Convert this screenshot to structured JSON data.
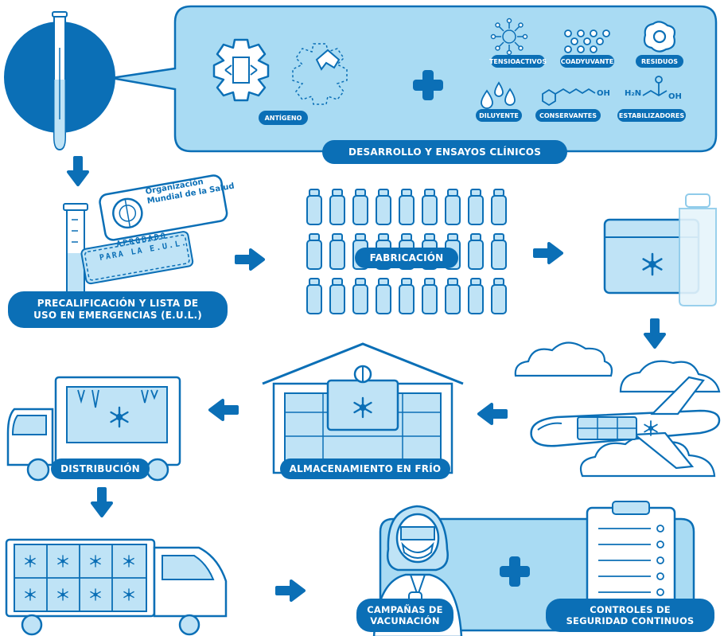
{
  "steps": {
    "development": "DESARROLLO Y ENSAYOS CLÍNICOS",
    "prequalification_line1": "PRECALIFICACIÓN Y LISTA DE",
    "prequalification_line2": "USO EN EMERGENCIAS (E.U.L.)",
    "manufacturing": "FABRICACIÓN",
    "cold_storage": "ALMACENAMIENTO EN FRÍO",
    "distribution": "DISTRIBUCIÓN",
    "campaigns_line1": "CAMPAÑAS DE",
    "campaigns_line2": "VACUNACIÓN",
    "safety_line1": "CONTROLES DE",
    "safety_line2": "SEGURIDAD CONTINUOS"
  },
  "ingredients": {
    "antigen": "ANTÍGENO",
    "surfactants": "TENSIOACTIVOS",
    "adjuvant": "COADYUVANTE",
    "residues": "RESIDUOS",
    "diluent": "DILUYENTE",
    "preservatives": "CONSERVANTES",
    "stabilizers": "ESTABILIZADORES"
  },
  "molecules": {
    "oh": "OH",
    "h2n": "H₂N",
    "oh2": "OH"
  },
  "stamps": {
    "who_line1": "Organización",
    "who_line2": "Mundial de la Salud",
    "approved_line1": "APROBADO",
    "approved_line2": "PARA LA E.U.L."
  },
  "colors": {
    "brand_blue": "#0b6fb6",
    "light_blue": "#bfe3f6",
    "panel_blue": "#a9dbf3",
    "outline": "#0b6fb6"
  }
}
